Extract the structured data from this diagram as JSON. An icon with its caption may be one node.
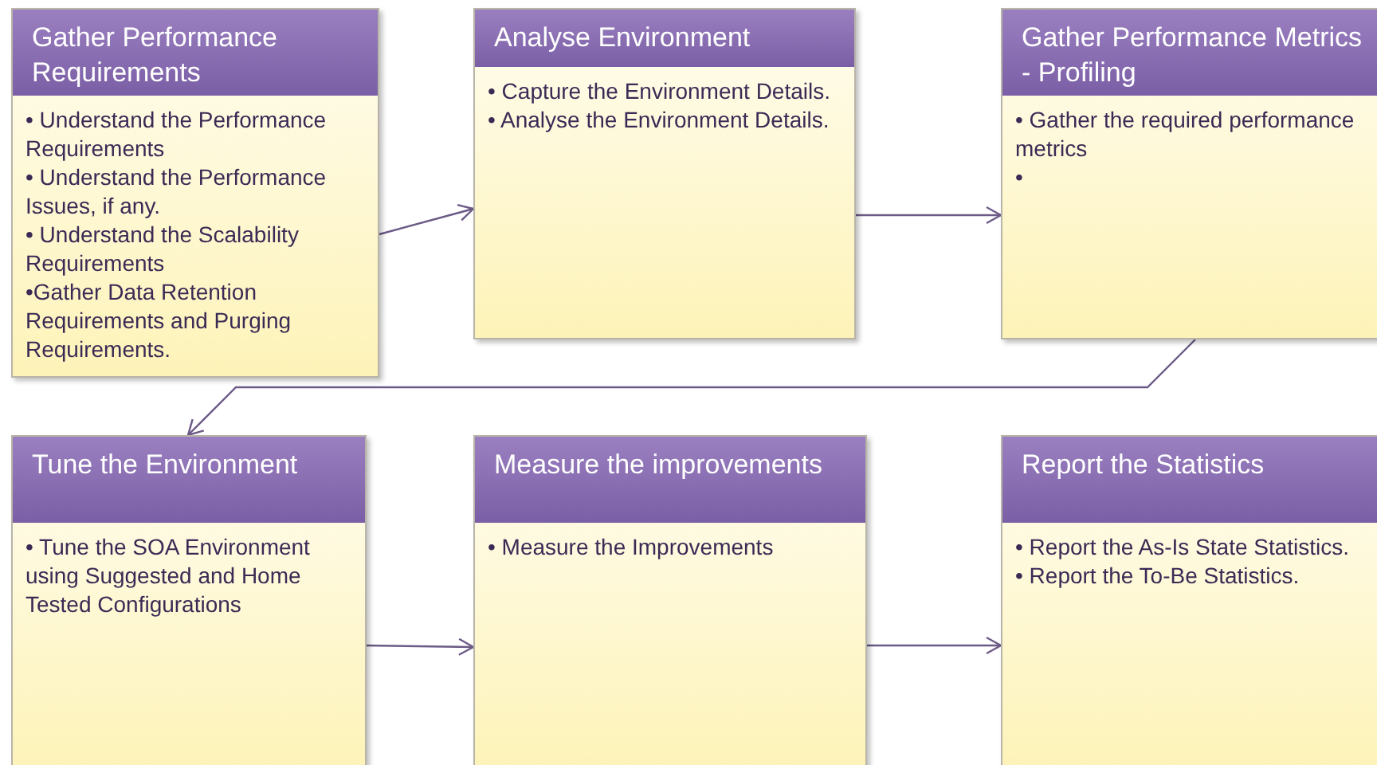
{
  "diagram": {
    "nodes": [
      {
        "text": [
          "Gather Performance Requirements",
          "• Understand the Performance Requirements",
          "• Understand the Performance Issues, if any.",
          "• Understand the Scalability Requirements",
          "•Gather Data Retention Requirements and Purging Requirements."
        ]
      },
      {
        "text": [
          "Analyse Environment",
          "• Capture the Environment Details.",
          "• Analyse the Environment Details."
        ]
      },
      {
        "text": [
          "Gather Performance Metrics - Profiling",
          "• Gather the required performance metrics",
          "•"
        ]
      },
      {
        "text": [
          "Tune the Environment",
          "• Tune the SOA Environment using Suggested and Home Tested Configurations"
        ]
      },
      {
        "text": [
          "Measure the improvements",
          "• Measure the Improvements"
        ]
      },
      {
        "text": [
          "Report the Statistics",
          "• Report the As-Is State Statistics.",
          "• Report the To-Be Statistics."
        ]
      }
    ],
    "edges": [
      {
        "from": 0,
        "to": 1,
        "arrow": "to"
      },
      {
        "from": 1,
        "to": 2,
        "arrow": "to"
      },
      {
        "from": 2,
        "to": 3,
        "arrow": "to"
      },
      {
        "from": 3,
        "to": 4,
        "arrow": "to"
      },
      {
        "from": 4,
        "to": 5,
        "arrow": "to"
      }
    ]
  }
}
